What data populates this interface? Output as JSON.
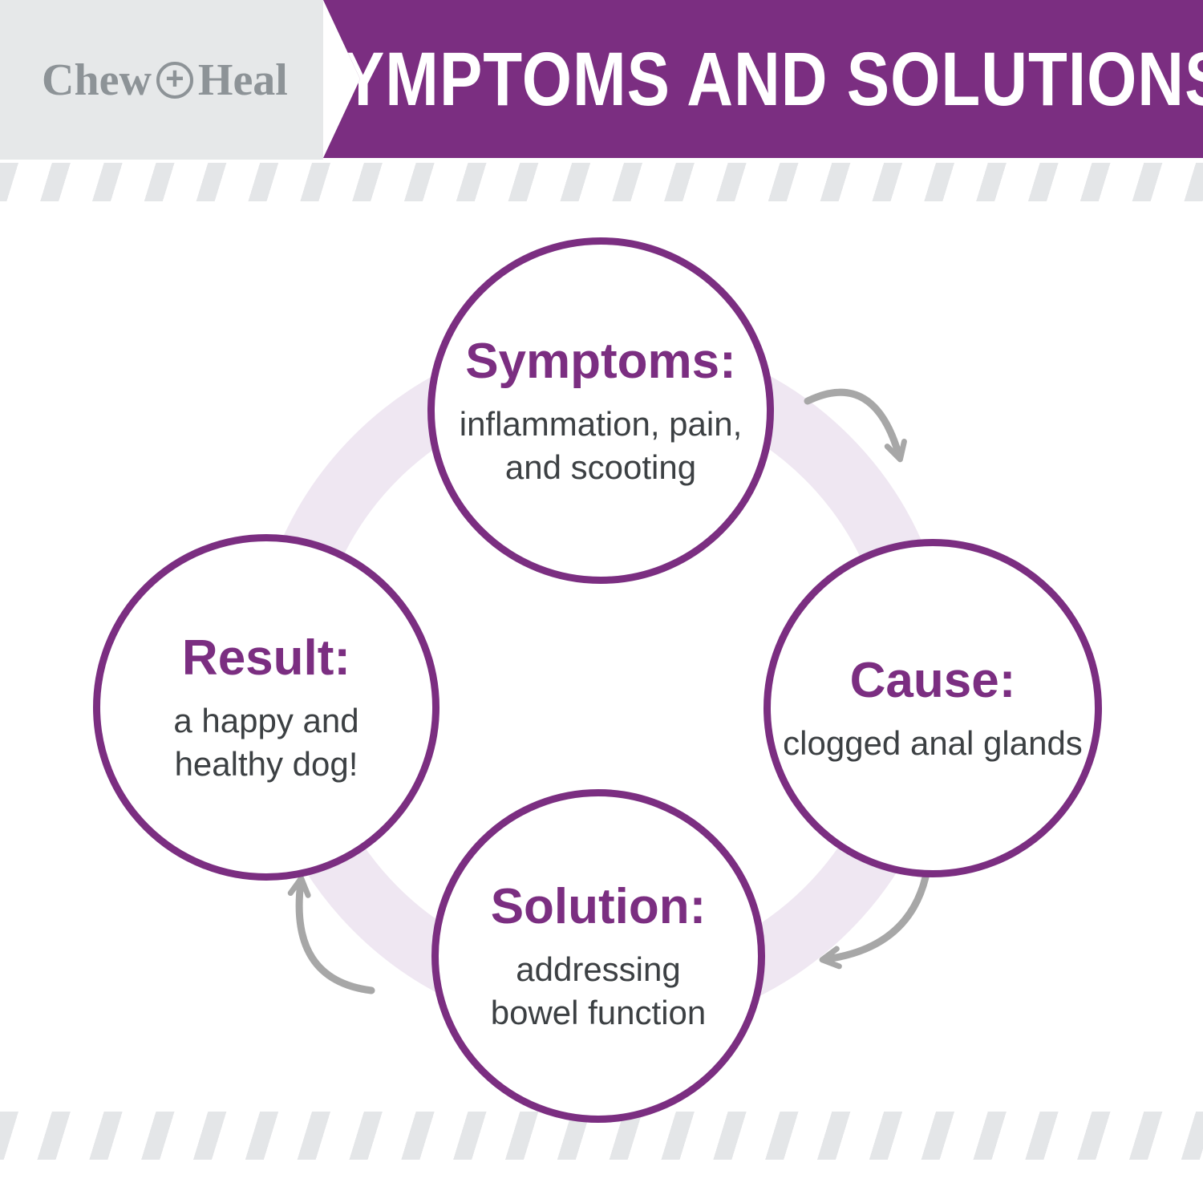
{
  "header": {
    "banner_title": "SYMPTOMS AND SOLUTIONS",
    "logo": {
      "word1": "Chew",
      "plus": "+",
      "word2": "Heal",
      "plus_icon": "plus-in-circle-icon"
    }
  },
  "diagram": {
    "type": "cycle",
    "nodes": [
      {
        "id": "symptoms",
        "title": "Symptoms:",
        "body": "inflammation, pain, and scooting"
      },
      {
        "id": "cause",
        "title": "Cause:",
        "body": "clogged anal glands"
      },
      {
        "id": "solution",
        "title": "Solution:",
        "body": "addressing bowel function"
      },
      {
        "id": "result",
        "title": "Result:",
        "body": "a happy and healthy dog!"
      }
    ],
    "arrow_icons": [
      "curved-arrow-symptoms-to-cause",
      "curved-arrow-cause-to-solution",
      "curved-arrow-solution-to-result"
    ]
  },
  "colors": {
    "purple": "#7b2e81",
    "logo_gray": "#8d9397",
    "body_text": "#3c4043",
    "arrow_gray": "#a7a7a7",
    "ring_lavender": "#efe7f2",
    "stripe_gray": "#e4e6e8",
    "header_gray": "#e6e8e9"
  }
}
